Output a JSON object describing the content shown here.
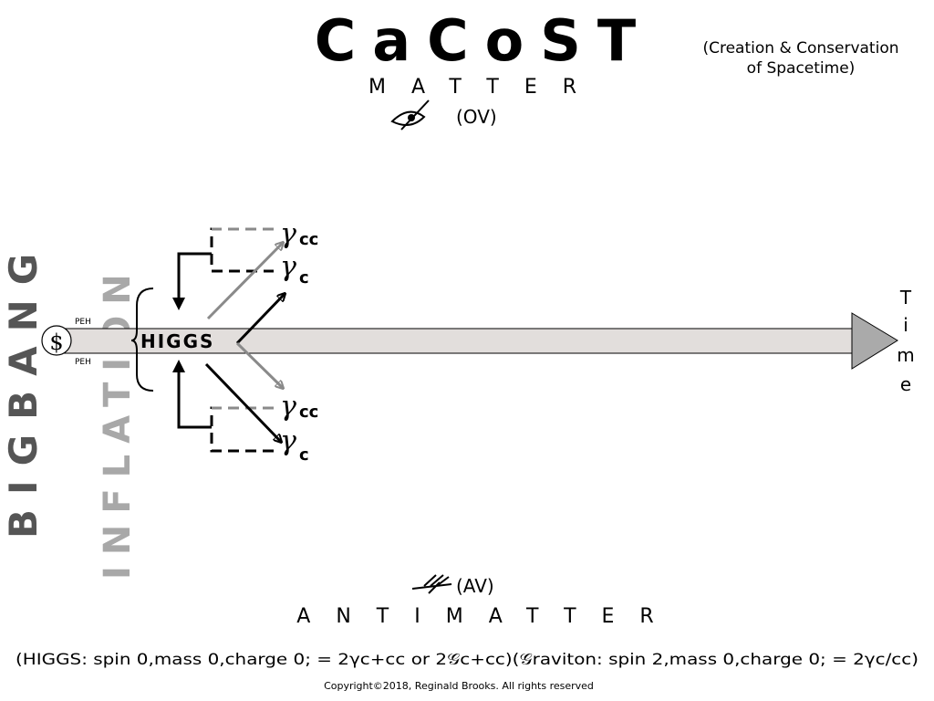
{
  "title": "CaCoST",
  "subtitle_line1": "(Creation & Conservation",
  "subtitle_line2": "of Spacetime)",
  "matter_label": "MATTER",
  "ov_label": "(OV)",
  "antimatter_label": "ANTIMATTER",
  "av_label": "(AV)",
  "bigbang_label": "BIGBANG",
  "inflation_label": "INFLATION",
  "singularity_symbol": "$",
  "peh_top": "PEH",
  "peh_bottom": "PEH",
  "higgs_label": "HIGGS",
  "time_letters": [
    "T",
    "i",
    "m",
    "e"
  ],
  "gamma_labels": {
    "top_cc": {
      "symbol": "γ",
      "sub": "cc"
    },
    "top_c": {
      "symbol": "γ",
      "sub": "c"
    },
    "bottom_cc": {
      "symbol": "γ",
      "sub": "cc"
    },
    "bottom_c": {
      "symbol": "γ",
      "sub": "c"
    }
  },
  "formula": "(HIGGS: spin 0,mass 0,charge 0; = 2γc+cc or 2𝒢c+cc)(𝒢raviton: spin 2,mass 0,charge 0; = 2γc/cc)",
  "copyright": "Copyright©2018, Reginald Brooks. All rights reserved",
  "colors": {
    "bar": "#e2dedc",
    "arrow_gray": "#8a8a8a",
    "bigbang": "#555555",
    "inflation": "#a8a8a8"
  }
}
